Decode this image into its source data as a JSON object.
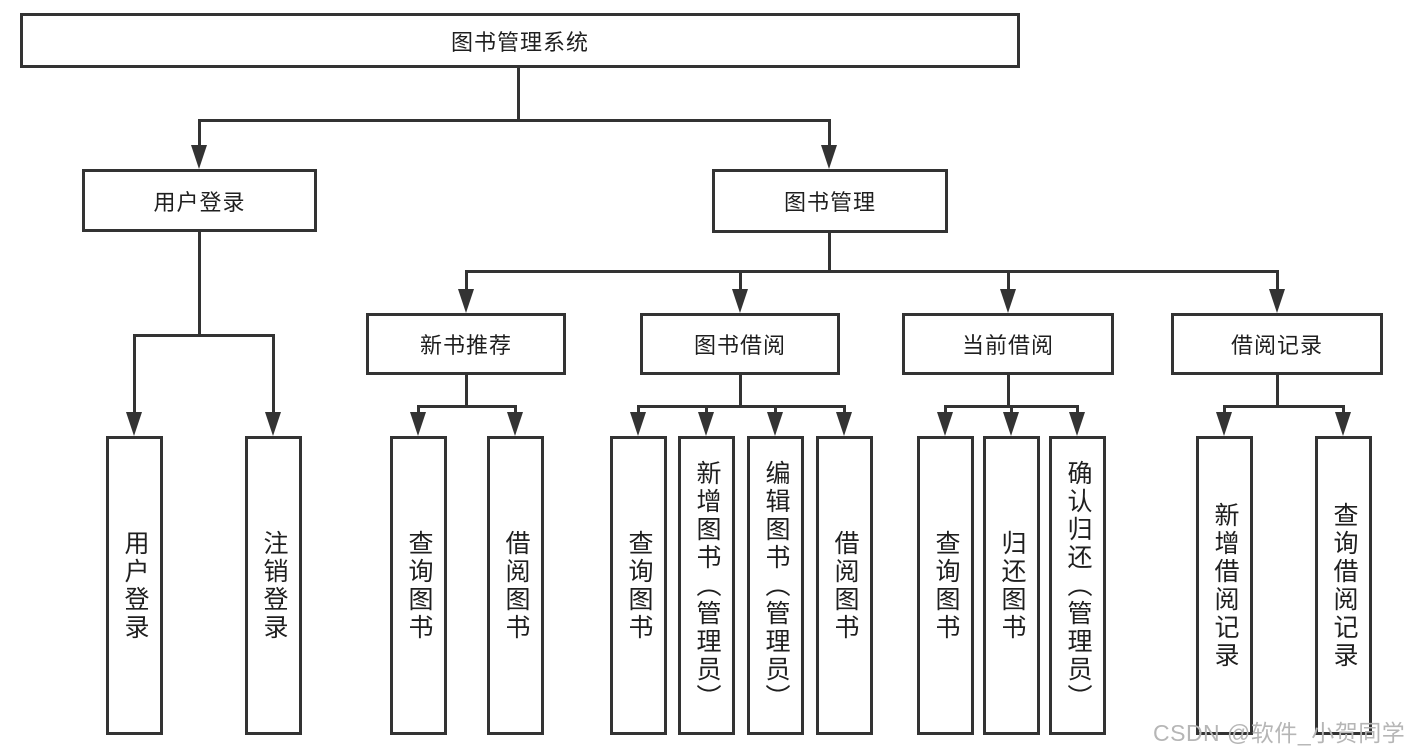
{
  "tree": {
    "root": "图书管理系统",
    "branches": [
      {
        "label": "用户登录",
        "leaves": [
          "用户登录",
          "注销登录"
        ]
      },
      {
        "label": "图书管理",
        "groups": [
          {
            "label": "新书推荐",
            "leaves": [
              "查询图书",
              "借阅图书"
            ]
          },
          {
            "label": "图书借阅",
            "leaves": [
              "查询图书",
              "新增图书（管理员）",
              "编辑图书（管理员）",
              "借阅图书"
            ]
          },
          {
            "label": "当前借阅",
            "leaves": [
              "查询图书",
              "归还图书",
              "确认归还（管理员）"
            ]
          },
          {
            "label": "借阅记录",
            "leaves": [
              "新增借阅记录",
              "查询借阅记录"
            ]
          }
        ]
      }
    ]
  },
  "watermark": {
    "text": "CSDN @软件_小贺同学"
  },
  "colors": {
    "line": "#333333",
    "text": "#1f1f1f",
    "background": "#ffffff",
    "watermark": "#b6b6b6"
  }
}
